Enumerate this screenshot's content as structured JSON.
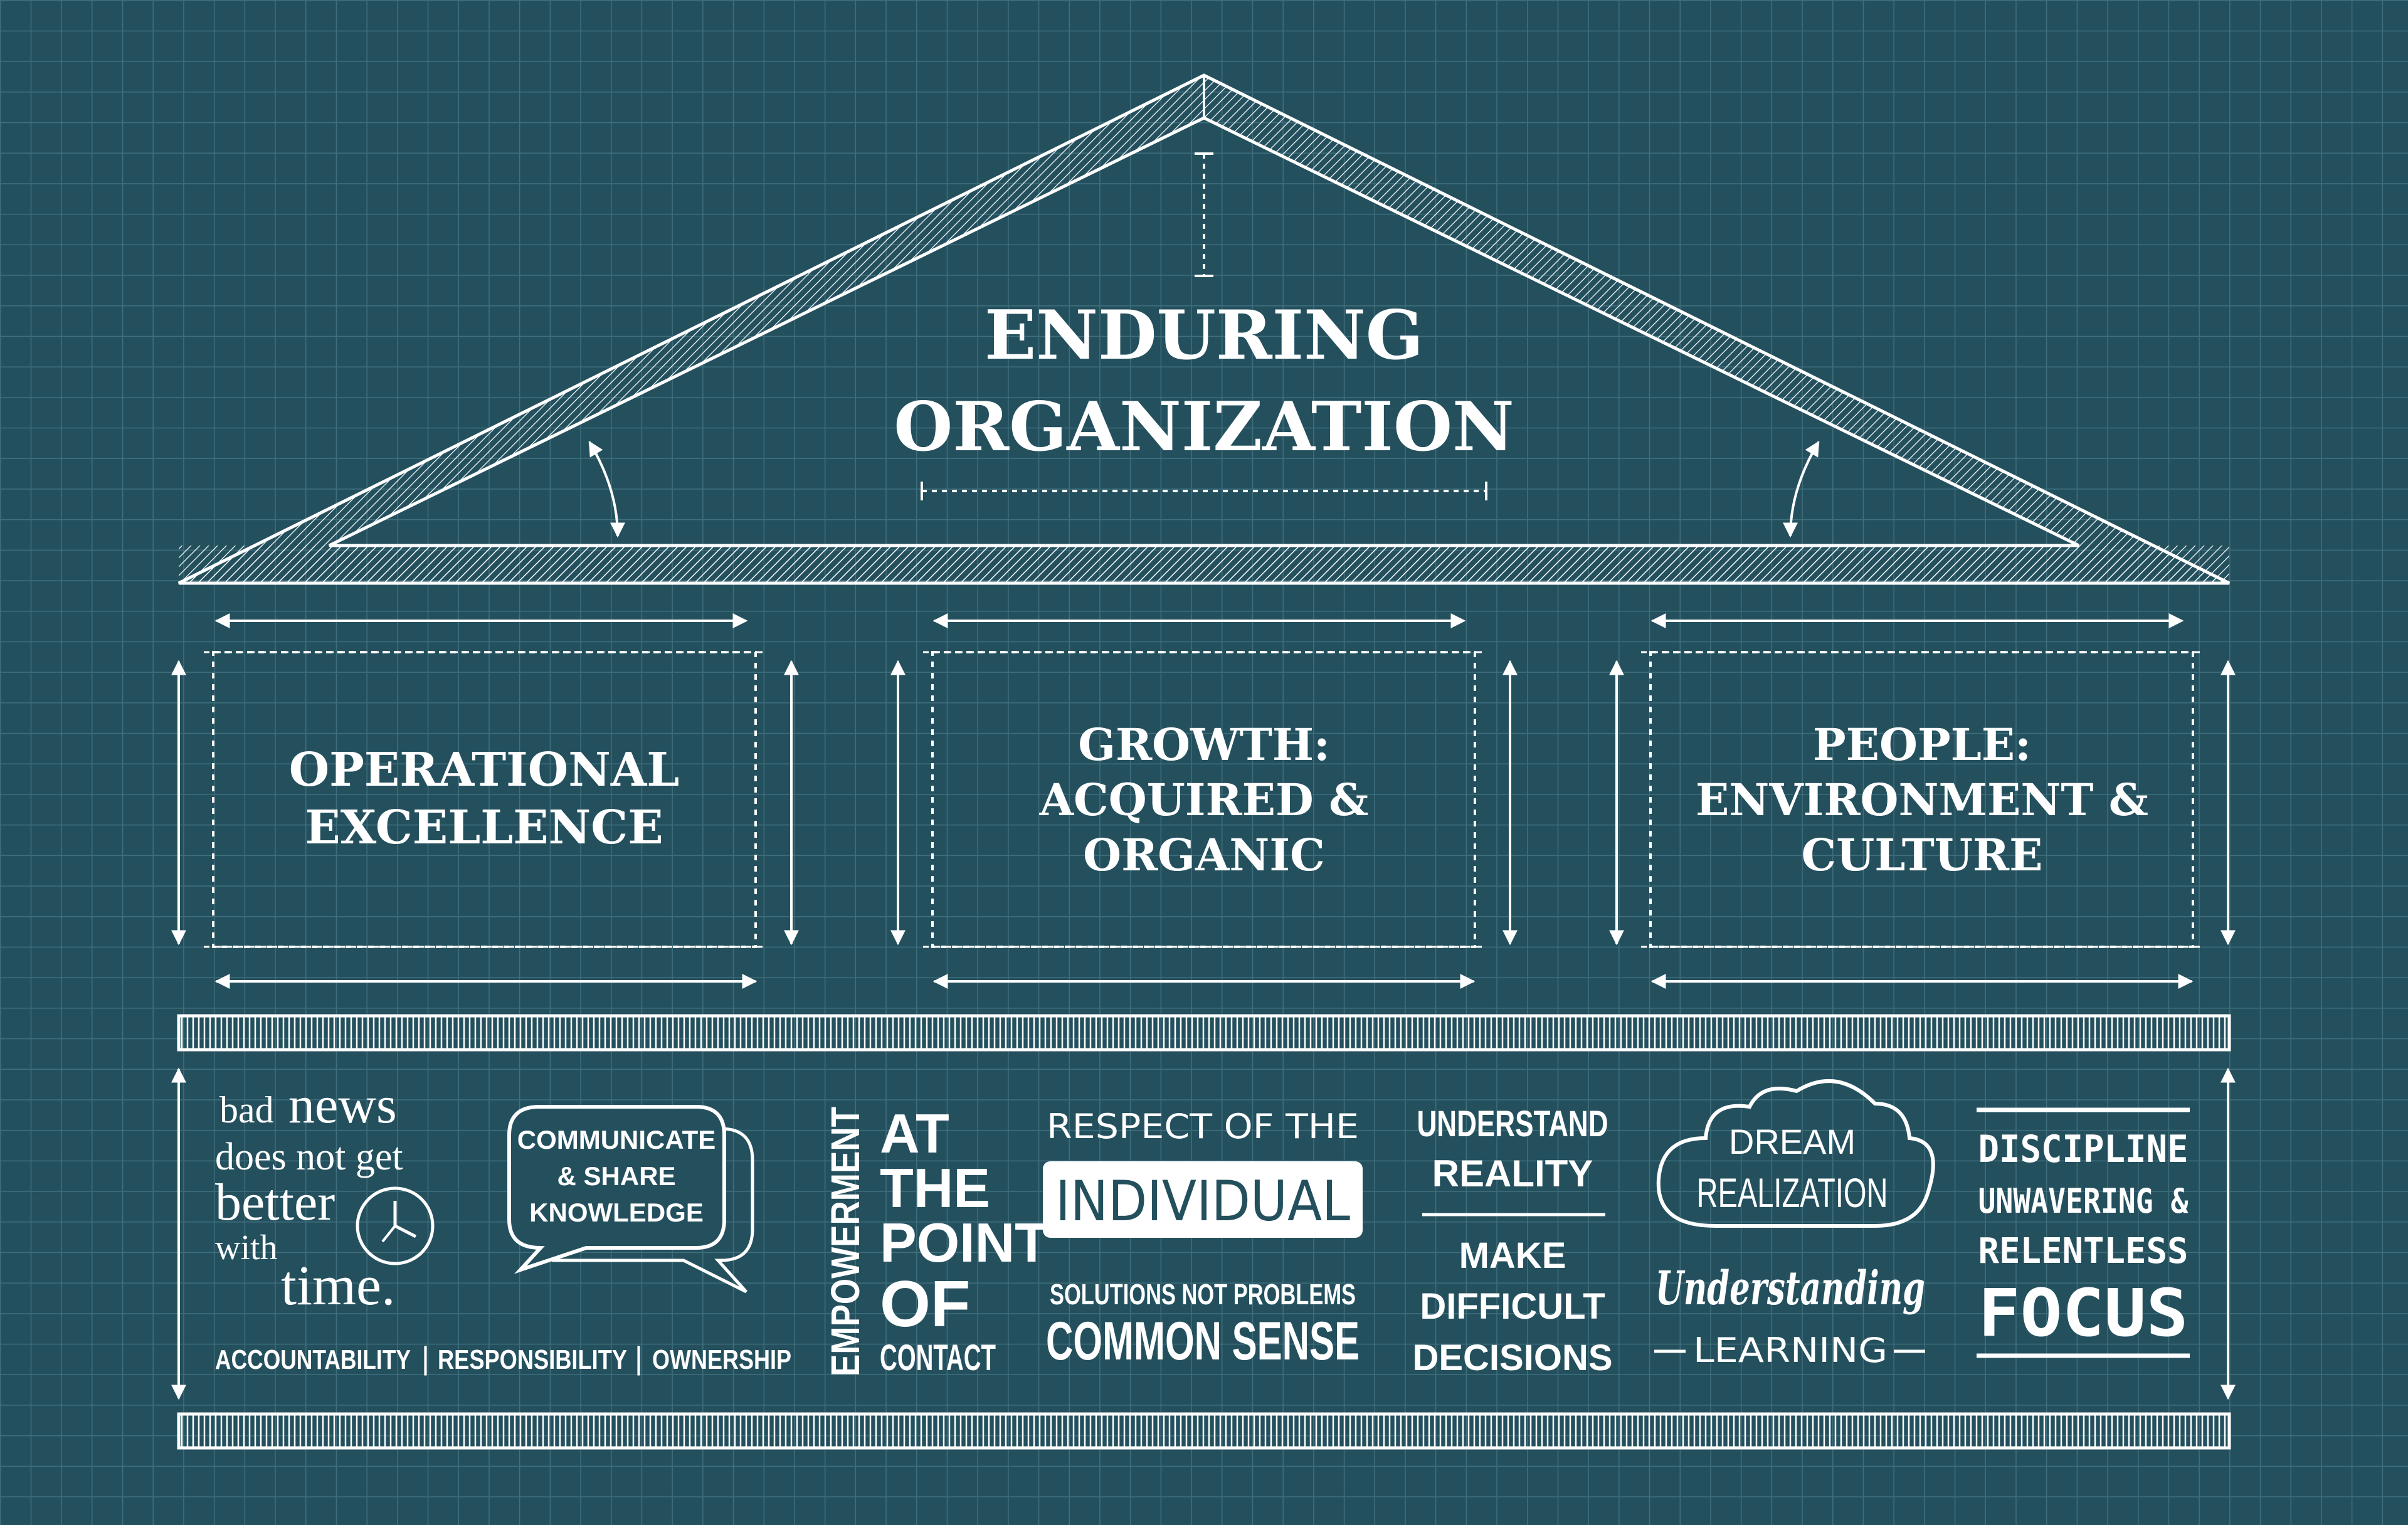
{
  "title": {
    "line1": "ENDURING",
    "line2": "ORGANIZATION"
  },
  "pillars": [
    {
      "lines": [
        "OPERATIONAL",
        "EXCELLENCE"
      ]
    },
    {
      "lines": [
        "GROWTH:",
        "ACQUIRED &",
        "ORGANIC"
      ]
    },
    {
      "lines": [
        "PEOPLE:",
        "ENVIRONMENT &",
        "CULTURE"
      ]
    }
  ],
  "foundation": {
    "news": {
      "w1": "bad",
      "w2": "news",
      "w3": "does not get",
      "w4": "better",
      "w5": "with",
      "w6": "time.",
      "clock_icon": "clock-icon"
    },
    "accountability": {
      "a": "ACCOUNTABILITY",
      "b": "RESPONSIBILITY",
      "c": "OWNERSHIP",
      "sep": "|"
    },
    "bubble": {
      "lines": [
        "COMMUNICATE",
        "& SHARE",
        "KNOWLEDGE"
      ],
      "icon": "speech-bubble-icon"
    },
    "empowerment": {
      "vertical": "EMPOWERMENT",
      "lines": [
        "AT",
        "THE",
        "POINT",
        "OF",
        "CONTACT"
      ]
    },
    "respect": {
      "top": "RESPECT OF THE",
      "boxed": "INDIVIDUAL",
      "sub": "SOLUTIONS NOT PROBLEMS",
      "bottom": "COMMON SENSE"
    },
    "reality": {
      "lines1": [
        "UNDERSTAND",
        "REALITY"
      ],
      "lines2": [
        "MAKE",
        "DIFFICULT",
        "DECISIONS"
      ]
    },
    "dream": {
      "d1": "DREAM",
      "d2": "REALIZATION",
      "script": "Understanding",
      "learning": "LEARNING",
      "icon": "cloud-icon"
    },
    "discipline": {
      "l1": "DISCIPLINE",
      "l2": "UNWAVERING &",
      "l3": "RELENTLESS",
      "l4": "FOCUS"
    }
  },
  "colors": {
    "background": "#24505e",
    "grid": "#3d6e7c",
    "line": "#ffffff"
  }
}
